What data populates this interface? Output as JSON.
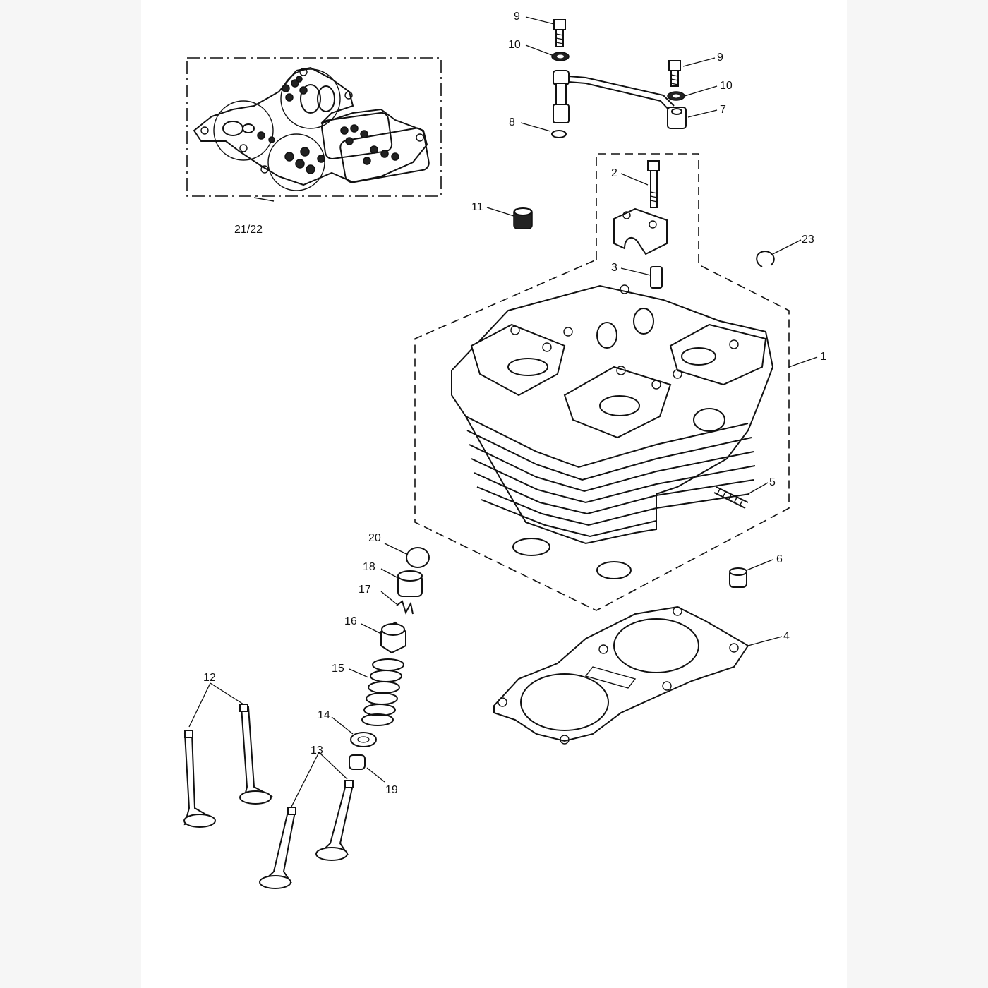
{
  "callouts": {
    "c1": "1",
    "c2": "2",
    "c3": "3",
    "c4": "4",
    "c5": "5",
    "c6": "6",
    "c7": "7",
    "c8": "8",
    "c9a": "9",
    "c9b": "9",
    "c10a": "10",
    "c10b": "10",
    "c11": "11",
    "c12": "12",
    "c13": "13",
    "c14": "14",
    "c15": "15",
    "c16": "16",
    "c17": "17",
    "c18": "18",
    "c19": "19",
    "c20": "20",
    "c21_22": "21/22",
    "c23": "23"
  }
}
